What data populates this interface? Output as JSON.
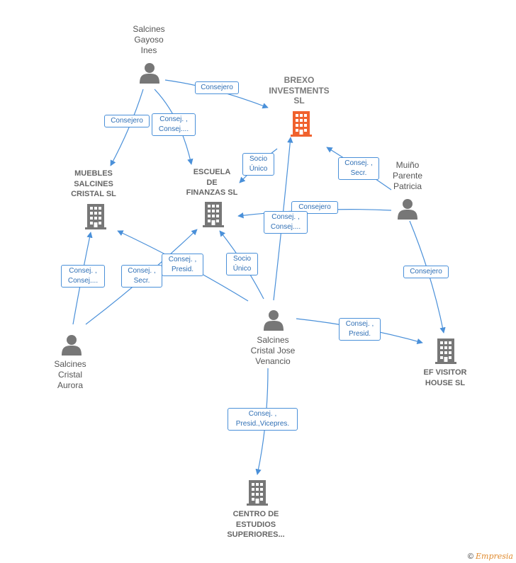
{
  "nodes": {
    "gayoso": "Salcines\nGayoso\nInes",
    "brexo": "BREXO\nINVESTMENTS\nSL",
    "muebles": "MUEBLES\nSALCINES\nCRISTAL SL",
    "escuela": "ESCUELA\nDE\nFINANZAS SL",
    "muino": "Muiño\nParente\nPatricia",
    "aurora": "Salcines\nCristal\nAurora",
    "venancio": "Salcines\nCristal Jose\nVenancio",
    "efvisitor": "EF VISITOR\nHOUSE SL",
    "centro": "CENTRO DE\nESTUDIOS\nSUPERIORES..."
  },
  "edges": {
    "gayoso_brexo": "Consejero",
    "gayoso_muebles": "Consejero",
    "gayoso_escuela": "Consej. ,\nConsej....",
    "venancio_brexo_socio": "Socio\nÚnico",
    "muino_brexo": "Consej. ,\nSecr.",
    "muino_escuela": "Consejero",
    "venancio_escuela_consej": "Consej. ,\nConsej....",
    "aurora_muebles": "Consej. ,\nConsej....",
    "aurora_escuela": "Consej. ,\nSecr.",
    "venancio_muebles": "Consej. ,\nPresid.",
    "venancio_escuela_socio": "Socio\nÚnico",
    "muino_efvisitor": "Consejero",
    "venancio_efvisitor": "Consej. ,\nPresid.",
    "venancio_centro": "Consej. ,\nPresid.,Vicepres."
  },
  "colors": {
    "edge": "#4a90d9",
    "icon": "#777777",
    "highlight": "#f0622e"
  },
  "footer": {
    "copyright": "©",
    "brand": "Empresia"
  }
}
